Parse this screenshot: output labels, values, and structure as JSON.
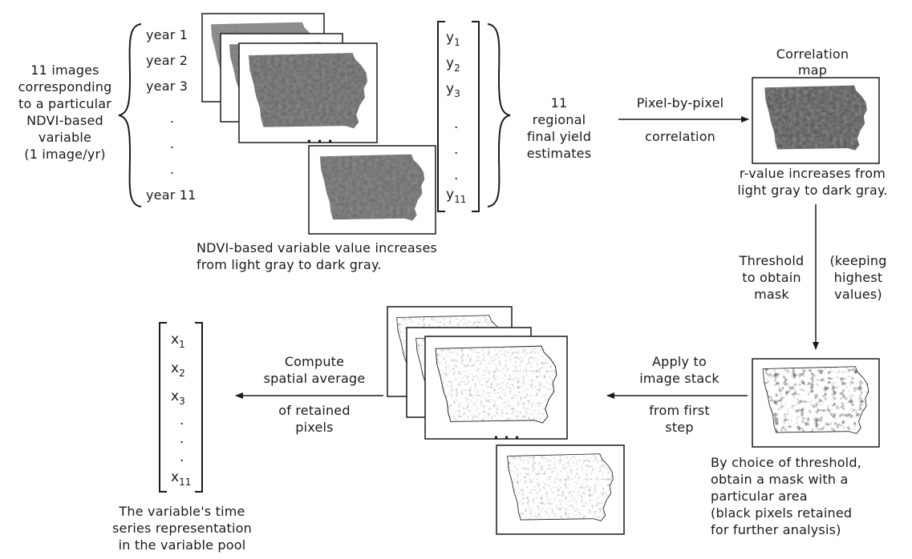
{
  "left_group": {
    "description_lines": [
      "11 images",
      "corresponding",
      "to a particular",
      "NDVI-based",
      "variable",
      "(1 image/yr)"
    ],
    "year_labels": [
      "year 1",
      "year 2",
      "year 3",
      ".",
      ".",
      ".",
      "year 11"
    ]
  },
  "top_stack_caption_lines": [
    "NDVI-based variable value increases",
    "from light gray to dark gray."
  ],
  "stack_ellipsis": ". . .",
  "y_vector": {
    "entries": [
      {
        "base": "y",
        "sub": "1"
      },
      {
        "base": "y",
        "sub": "2"
      },
      {
        "base": "y",
        "sub": "3"
      },
      {
        "base": ".",
        "sub": ""
      },
      {
        "base": ".",
        "sub": ""
      },
      {
        "base": ".",
        "sub": ""
      },
      {
        "base": "y",
        "sub": "11"
      }
    ]
  },
  "yield_label_lines": [
    "11",
    "regional",
    "final yield",
    "estimates"
  ],
  "correlation_arrow": {
    "top": "Pixel-by-pixel",
    "bottom": "correlation"
  },
  "correlation_map": {
    "title_lines": [
      "Correlation",
      "map"
    ],
    "caption_lines": [
      "r-value increases from",
      "light gray to dark gray."
    ]
  },
  "threshold_step": {
    "left_lines": [
      "Threshold",
      "to obtain",
      "mask"
    ],
    "right_lines": [
      "(keeping",
      "highest",
      "values)"
    ]
  },
  "mask": {
    "caption_lines": [
      "By choice of threshold,",
      "obtain a mask with a",
      "particular area",
      "(black pixels retained",
      "for further analysis)"
    ]
  },
  "apply_arrow": {
    "top_lines": [
      "Apply to",
      "image stack"
    ],
    "bottom_lines": [
      "from first",
      "step"
    ]
  },
  "average_arrow": {
    "top_lines": [
      "Compute",
      "spatial average"
    ],
    "bottom_lines": [
      "of retained",
      "pixels"
    ]
  },
  "x_vector": {
    "entries": [
      {
        "base": "x",
        "sub": "1"
      },
      {
        "base": "x",
        "sub": "2"
      },
      {
        "base": "x",
        "sub": "3"
      },
      {
        "base": ".",
        "sub": ""
      },
      {
        "base": ".",
        "sub": ""
      },
      {
        "base": ".",
        "sub": ""
      },
      {
        "base": "x",
        "sub": "11"
      }
    ],
    "caption_lines": [
      "The variable's time",
      "series representation",
      "in the variable pool"
    ]
  },
  "colors": {
    "ink": "#1a1a1a",
    "map_dark": "#3a3a3a",
    "map_light": "#d9d9d9",
    "mask_white": "#ffffff"
  }
}
